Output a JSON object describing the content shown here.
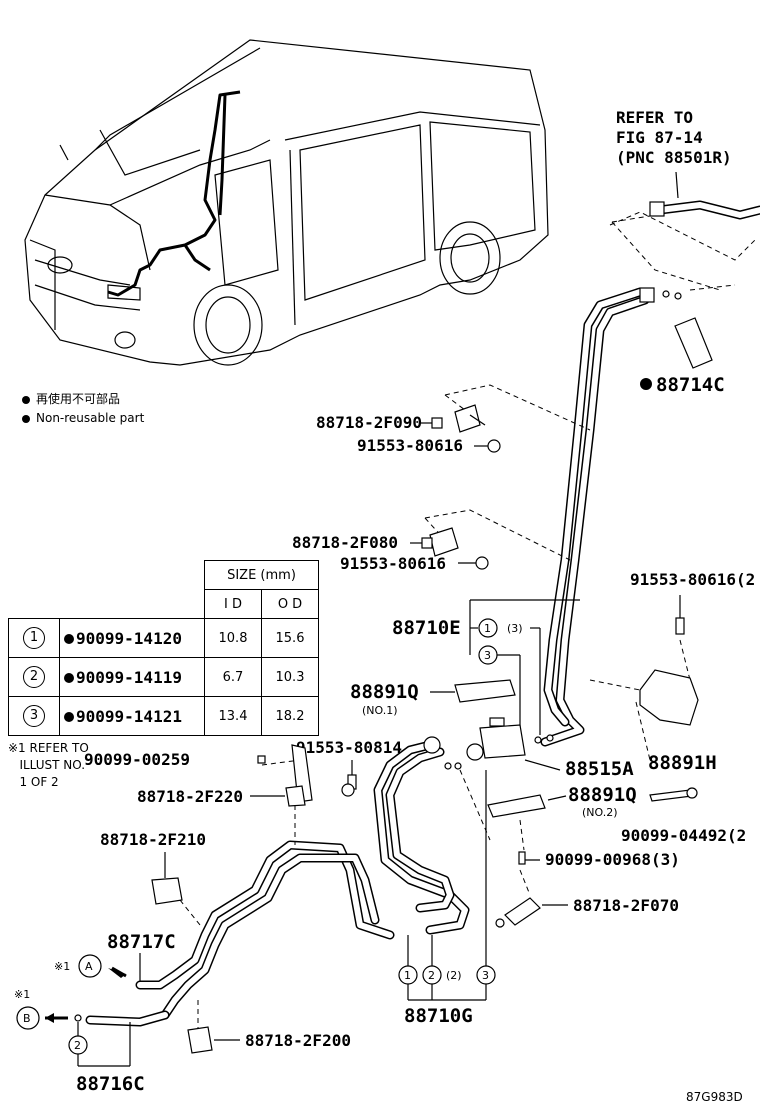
{
  "refer_top": [
    "REFER TO",
    "FIG 87-14",
    "(PNC 88501R)"
  ],
  "legend": {
    "jp": "再使用不可部品",
    "en": "Non-reusable part"
  },
  "labels": {
    "p88714C": "88714C",
    "p88718_2F090": "88718-2F090",
    "p91553_80616_a": "91553-80616",
    "p88718_2F080": "88718-2F080",
    "p91553_80616_b": "91553-80616",
    "p91553_80616_c": "91553-80616(2",
    "p88710E": "88710E",
    "qty3_top": "(3)",
    "p88891Q_1": "88891Q",
    "no1": "(NO.1)",
    "p90099_00259": "90099-00259",
    "p91553_80814": "91553-80814",
    "p88718_2F220": "88718-2F220",
    "p88515A": "88515A",
    "p88891H": "88891H",
    "p88891Q_2": "88891Q",
    "no2": "(NO.2)",
    "p90099_04492": "90099-04492(2",
    "p88718_2F210": "88718-2F210",
    "p90099_00968": "90099-00968(3)",
    "p88718_2F070": "88718-2F070",
    "p88717C": "88717C",
    "p88710G": "88710G",
    "qty2": "(2)",
    "p88718_2F200": "88718-2F200",
    "p88716C": "88716C",
    "mark_a": "A",
    "mark_b": "B",
    "ref_mark": "※1",
    "c1": "1",
    "c2": "2",
    "c3": "3"
  },
  "size_table": {
    "header": "SIZE (mm)",
    "col_id": "I D",
    "col_od": "O D",
    "rows": [
      {
        "num": "1",
        "part": "90099-14120",
        "id": "10.8",
        "od": "15.6"
      },
      {
        "num": "2",
        "part": "90099-14119",
        "id": "6.7",
        "od": "10.3"
      },
      {
        "num": "3",
        "part": "90099-14121",
        "id": "13.4",
        "od": "18.2"
      }
    ]
  },
  "refer_note": "※1 REFER TO\n   ILLUST NO.\n   1 OF 2",
  "figure_code": "87G983D"
}
